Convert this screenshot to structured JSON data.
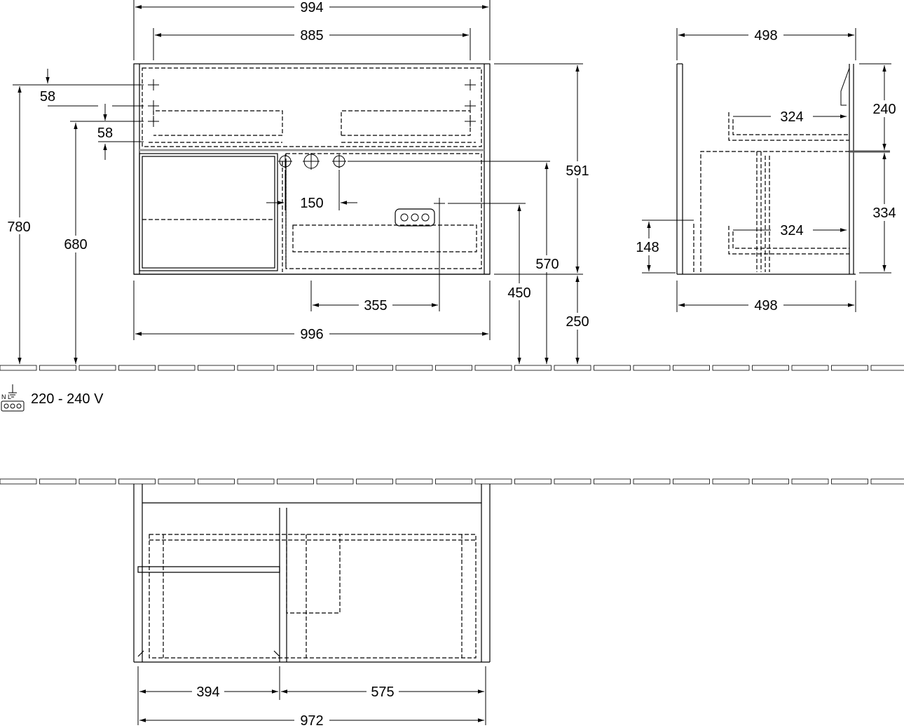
{
  "front_view": {
    "width_top": "994",
    "mounting_spacing": "885",
    "offset_top": "58",
    "offset_second": "58",
    "height_total": "780",
    "height_mount": "680",
    "height_cabinet": "591",
    "height_outlet": "570",
    "height_socket": "450",
    "height_floor_gap": "250",
    "outlet_spacing": "150",
    "socket_offset": "355",
    "width_bottom": "996"
  },
  "side_view": {
    "depth_top": "498",
    "depth_bottom": "498",
    "drawer_top_depth": "324",
    "drawer_bottom_depth": "324",
    "height_upper": "240",
    "height_lower": "334",
    "height_socket": "148"
  },
  "electrical": {
    "symbol_label": "N L",
    "voltage": "220 - 240 V"
  },
  "top_view": {
    "drawer_left": "394",
    "drawer_right": "575",
    "inner_width": "972"
  }
}
